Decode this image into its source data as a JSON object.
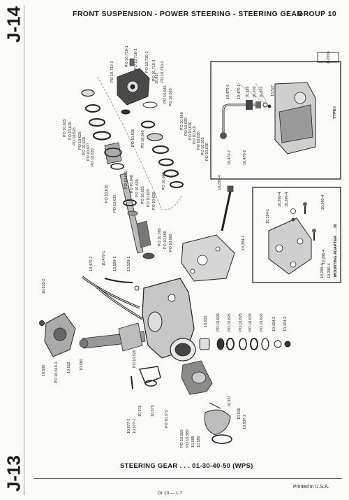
{
  "side_tabs": {
    "top": "J-14",
    "bottom": "J-13"
  },
  "header": {
    "title": "FRONT SUSPENSION - POWER STEERING - STEERING GEAR",
    "group": "GROUP 10"
  },
  "caption": "STEERING GEAR . . . 01-30-40-50 (WPS)",
  "footer": {
    "page_ref": "Gr 10 — L 7",
    "printed": "Printed in U.S.A."
  },
  "inset_type1": {
    "figure_no": "A-2955",
    "title": "TYPE I",
    "labels": [
      "10,470-6",
      "10,470-1",
      "10,525",
      "10,530",
      "10,532",
      "10,527",
      "10,470-7",
      "10,470-2"
    ]
  },
  "inset_adapter": {
    "title": "MOUNTING ADAPTER . . . 30",
    "labels": [
      "10,290-4",
      "10,290-4",
      "10,290-4",
      "10,290-4",
      "10,354-1",
      "10,290-4",
      "10,290-4"
    ]
  },
  "callouts": {
    "pump_top": [
      "PO 10,710-1",
      "PO 10,710-1",
      "PO 10,710-3",
      "PO 10,710-1",
      "PO 10,710-1",
      "10,637",
      "PO 10,710-2"
    ],
    "seals_left": [
      "PO 10,625",
      "PO 10,615",
      "PO 10,625",
      "PO 10,625",
      "PO 10,630",
      "PO 10,637",
      "PO 10,630",
      "PO 10,635",
      "PO 10,645"
    ],
    "seals_right": [
      "PO 10,645",
      "PO 10,625",
      "PO 10,640",
      "PO 10,650",
      "PO 10,630",
      "PO 10,630",
      "PO 10,615",
      "PO 10,630",
      "PO 10,625",
      "PO 10,630"
    ],
    "shaft": [
      "PO 10,615",
      "PO 10,615",
      "PO 10,625",
      "PO 10,625",
      "PO 10,625",
      "PO 10,650",
      "PO 10,640",
      "PO 10,635"
    ],
    "worm": [
      "PO 10,565",
      "PO 10,565",
      "PO 10,565",
      "10,529-1"
    ],
    "tube_group": [
      "10,470-2",
      "10,470-1",
      "10,528-1"
    ],
    "bolt": [
      "10,290-4"
    ],
    "plate": [
      "10,354-1"
    ],
    "cover": [
      "10,610-2",
      "10,590",
      "PO 10,610-1",
      "10,612",
      "10,580"
    ],
    "sector": [
      "10,555",
      "PO 10,605",
      "PO 10,605",
      "PO 10,605",
      "PO 10,605",
      "PO 10,605",
      "10,104-2",
      "10,104-2"
    ],
    "housing": [
      "PO 10,520"
    ],
    "bottom": [
      "10,577-2",
      "10,577-1",
      "10,575",
      "10,575",
      "PO 10,572",
      "PO 10,555",
      "10,537",
      "PO 10,580",
      "10,585",
      "10,535",
      "10,580",
      "10,537-2"
    ]
  }
}
